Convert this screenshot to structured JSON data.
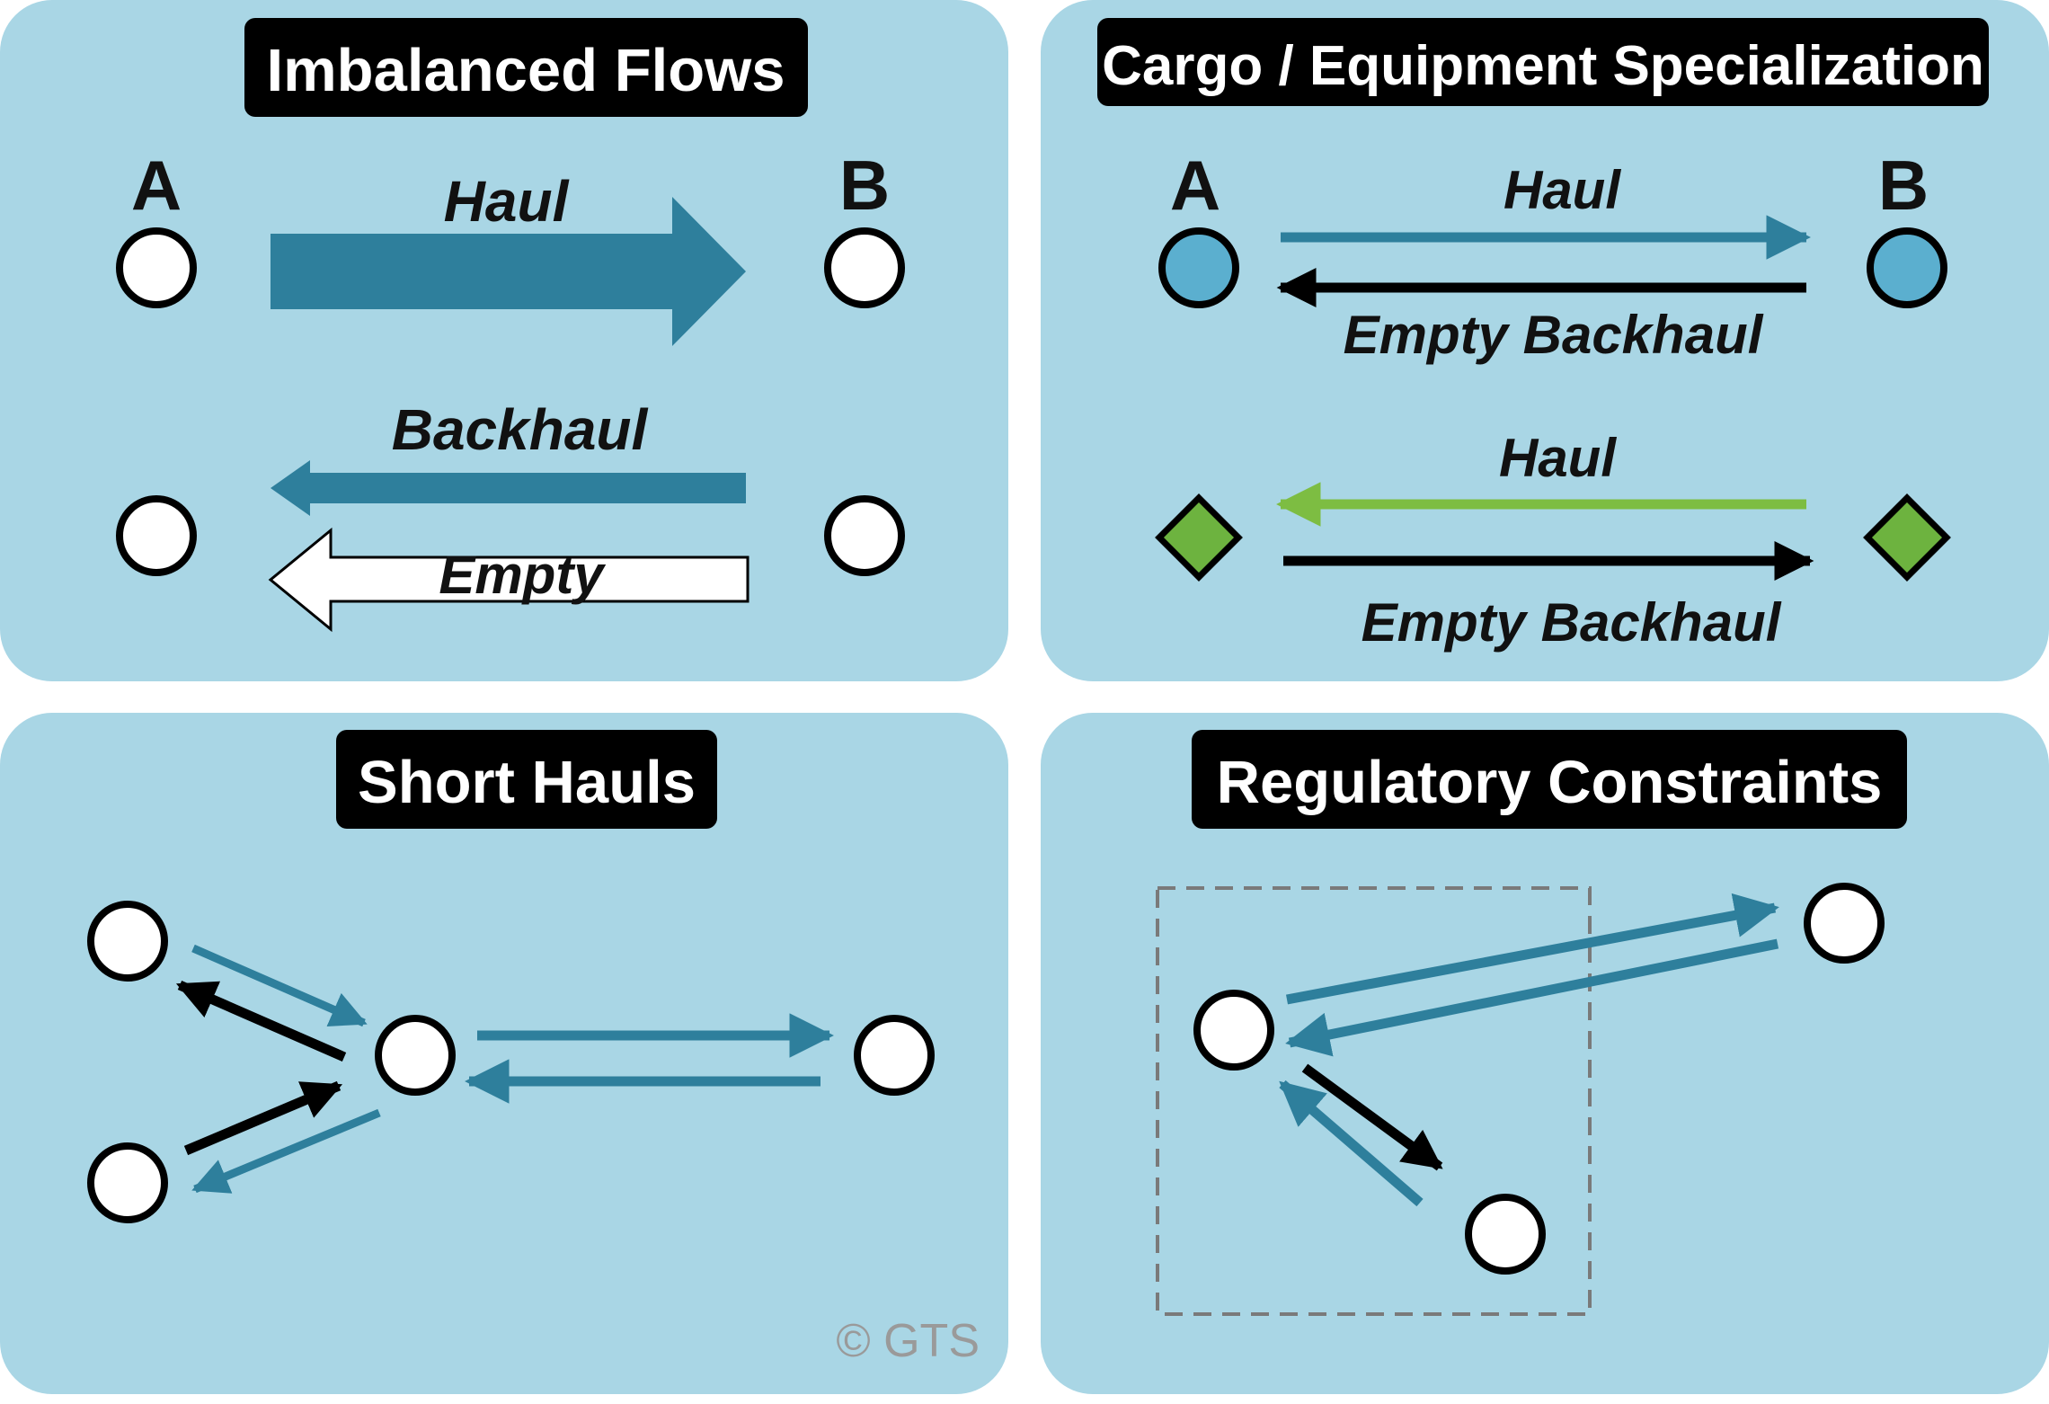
{
  "panels": {
    "imbalanced": {
      "title": "Imbalanced Flows",
      "node_a": "A",
      "node_b": "B",
      "haul_label": "Haul",
      "backhaul_label": "Backhaul",
      "empty_label": "Empty"
    },
    "specialization": {
      "title": "Cargo / Equipment Specialization",
      "node_a": "A",
      "node_b": "B",
      "haul_label_1": "Haul",
      "empty_backhaul_label_1": "Empty Backhaul",
      "haul_label_2": "Haul",
      "empty_backhaul_label_2": "Empty Backhaul"
    },
    "short_hauls": {
      "title": "Short Hauls"
    },
    "regulatory": {
      "title": "Regulatory Constraints"
    }
  },
  "copyright": "© GTS",
  "colors": {
    "panel_bg": "#a9d6e5",
    "haul_teal": "#2e7f9c",
    "node_blue": "#5bafcf",
    "node_green": "#6db33f",
    "arrow_green": "#7dbd42",
    "title_bg": "#000000"
  }
}
